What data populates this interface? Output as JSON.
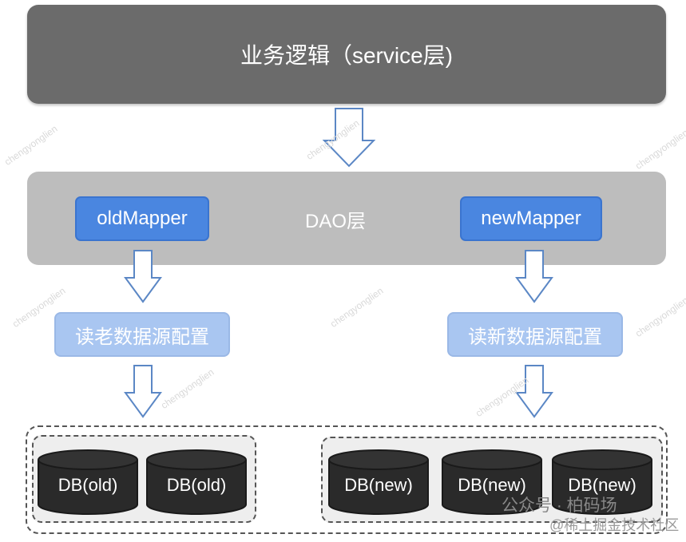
{
  "service_layer": {
    "label": "业务逻辑（service层)"
  },
  "dao_layer": {
    "label": "DAO层",
    "old_mapper": "oldMapper",
    "new_mapper": "newMapper"
  },
  "datasources": {
    "old": "读老数据源配置",
    "new": "读新数据源配置"
  },
  "databases": {
    "old": [
      "DB(old)",
      "DB(old)"
    ],
    "new": [
      "DB(new)",
      "DB(new)",
      "DB(new)"
    ]
  },
  "watermarks": {
    "repeated": "chengyonglien",
    "footer_line1": "公众号 · 柏码场",
    "footer_line2": "@稀土掘金技术社区"
  },
  "colors": {
    "service_bg": "#6b6b6b",
    "dao_bg": "#bdbdbd",
    "mapper_bg": "#4a86e0",
    "datasource_bg": "#a9c6f1",
    "db_cylinder": "#2a2a2a",
    "arrow_stroke": "#5b87c5"
  }
}
